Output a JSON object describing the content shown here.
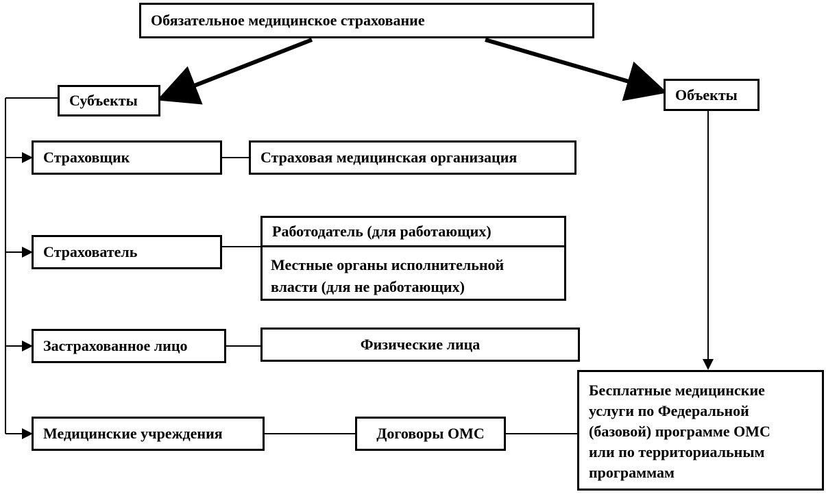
{
  "diagram": {
    "title": "Обязательное медицинское страхование",
    "subjects": "Субъекты",
    "objects": "Объекты",
    "insurer": "Страховщик",
    "insurer_detail": "Страховая медицинская организация",
    "policyholder": "Страхователь",
    "employer": "Работодатель (для работающих)",
    "local_authority_line1": "Местные органы исполнительной",
    "local_authority_line2": "власти (для не работающих)",
    "insured_person": "Застрахованное лицо",
    "individuals": "Физические лица",
    "medical_institutions": "Медицинские учреждения",
    "contracts": "Договоры ОМС",
    "services_line1": "Бесплатные медицинские",
    "services_line2": "услуги по Федеральной",
    "services_line3": "(базовой) программе ОМС",
    "services_line4": "или по территориальным",
    "services_line5": "программам"
  }
}
